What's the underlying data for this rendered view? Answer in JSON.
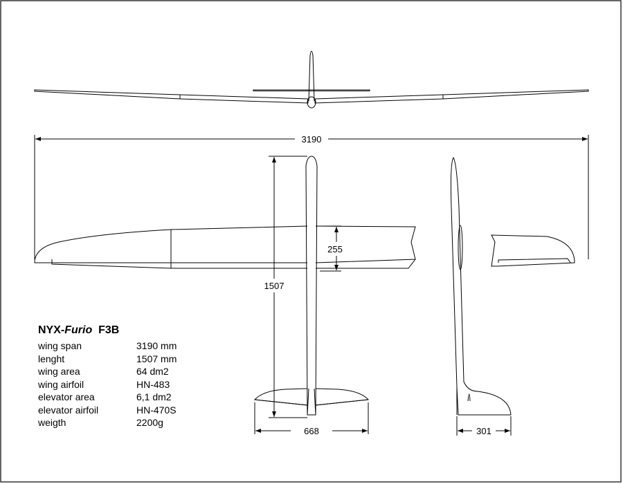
{
  "title": {
    "prefix": "NYX-",
    "model": "Furio",
    "class": "F3B"
  },
  "specs": [
    {
      "label": "wing span",
      "value": "3190 mm"
    },
    {
      "label": "lenght",
      "value": "1507 mm"
    },
    {
      "label": "wing area",
      "value": "64 dm2"
    },
    {
      "label": "wing airfoil",
      "value": "HN-483"
    },
    {
      "label": "elevator area",
      "value": "6,1 dm2"
    },
    {
      "label": "elevator airfoil",
      "value": "HN-470S"
    },
    {
      "label": "weigth",
      "value": "2200g"
    }
  ],
  "dimensions": {
    "span": "3190",
    "chord": "255",
    "length": "1507",
    "stabilizer_span": "668",
    "fin_width": "301"
  }
}
